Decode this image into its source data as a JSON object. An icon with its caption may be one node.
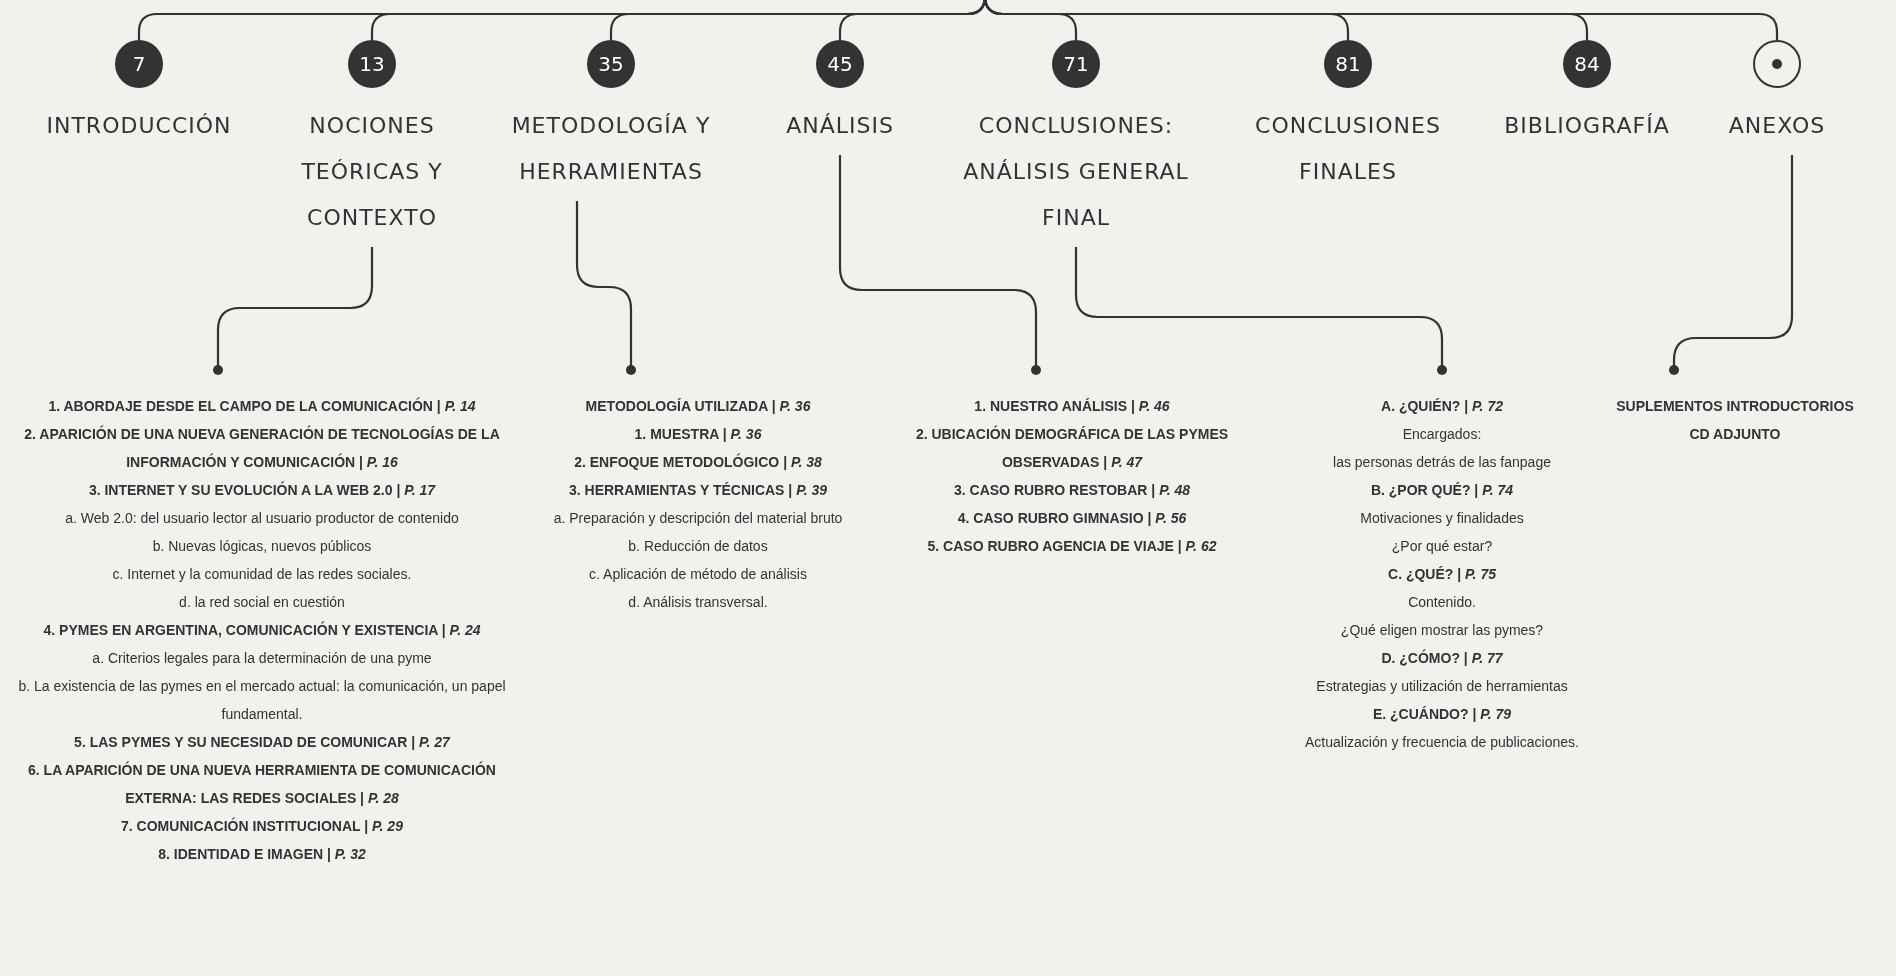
{
  "diagram": {
    "nodes": [
      {
        "text": [
          "7",
          "INTRODUCCIÓN"
        ]
      },
      {
        "text": [
          "13",
          "NOCIONES TEÓRICAS Y CONTEXTO"
        ]
      },
      {
        "text": [
          "35",
          "METODOLOGÍA Y HERRAMIENTAS"
        ]
      },
      {
        "text": [
          "45",
          "ANÁLISIS"
        ]
      },
      {
        "text": [
          "71",
          "CONCLUSIONES: ANÁLISIS GENERAL FINAL"
        ]
      },
      {
        "text": [
          "81",
          "CONCLUSIONES FINALES"
        ]
      },
      {
        "text": [
          "84",
          "BIBLIOGRAFÍA"
        ]
      },
      {
        "text": [
          "ANEXOS"
        ]
      },
      {
        "text": [
          "1. ABORDAJE DESDE EL CAMPO DE LA COMUNICACIÓN | *P. 14*",
          "2. APARICIÓN DE UNA NUEVA GENERACIÓN DE TECNOLOGÍAS DE LA INFORMACIÓN Y COMUNICACIÓN | *P. 16*",
          "3. INTERNET Y SU EVOLUCIÓN A LA WEB 2.0 | *P. 17*",
          "a. Web 2.0: del usuario lector al usuario productor de contenido",
          "b. Nuevas lógicas, nuevos públicos",
          "c. Internet y la comunidad de las redes sociales.",
          "d. la red social en cuestión",
          "4. PYMES EN ARGENTINA, COMUNICACIÓN Y EXISTENCIA | *P. 24*",
          "a. Criterios legales para la determinación de una pyme",
          "b. La existencia de las pymes en el mercado actual: la comunicación, un papel fundamental.",
          "5. LAS PYMES Y SU NECESIDAD DE COMUNICAR | *P. 27*",
          "6. LA APARICIÓN DE UNA NUEVA HERRAMIENTA DE COMUNICACIÓN EXTERNA: LAS REDES SOCIALES | *P. 28*",
          "7. COMUNICACIÓN INSTITUCIONAL | *P. 29*",
          "8. IDENTIDAD E IMAGEN | *P. 32*"
        ]
      },
      {
        "text": [
          "METODOLOGÍA UTILIZADA | *P. 36*",
          "1. MUESTRA | *P. 36*",
          "2. ENFOQUE METODOLÓGICO | *P. 38*",
          "3. HERRAMIENTAS Y TÉCNICAS | *P. 39*",
          "a. Preparación y descripción del material bruto",
          "b. Reducción de datos",
          "c. Aplicación de método de análisis",
          "d. Análisis transversal."
        ]
      },
      {
        "text": [
          "1. NUESTRO ANÁLISIS | *P. 46*",
          "2. UBICACIÓN DEMOGRÁFICA DE LAS PYMES OBSERVADAS | *P. 47*",
          "3. CASO RUBRO RESTOBAR | *P. 48*",
          "4. CASO RUBRO GIMNASIO | *P. 56*",
          "5. CASO RUBRO AGENCIA DE VIAJE | *P. 62*"
        ]
      },
      {
        "text": [
          "A. ¿QUIÉN? | *P. 72*",
          "Encargados:",
          "las personas detrás de las fanpage",
          "B. ¿POR QUÉ? | *P. 74*",
          "Motivaciones y finalidades",
          "¿Por qué estar?",
          "C. ¿QUÉ? | *P. 75*",
          "Contenido.",
          "¿Qué eligen mostrar las pymes?",
          "D. ¿CÓMO? | *P. 77*",
          "Estrategias y utilización de herramientas",
          "E. ¿CUÁNDO? | *P. 79*",
          "Actualización y frecuencia de publicaciones."
        ]
      },
      {
        "text": [
          "SUPLEMENTOS INTRODUCTORIOS",
          "CD ADJUNTO"
        ]
      }
    ],
    "edges": [
      {
        "from": null,
        "to": 0,
        "arrow": "none"
      },
      {
        "from": null,
        "to": 1,
        "arrow": "none"
      },
      {
        "from": null,
        "to": 2,
        "arrow": "none"
      },
      {
        "from": null,
        "to": 3,
        "arrow": "none"
      },
      {
        "from": null,
        "to": 4,
        "arrow": "none"
      },
      {
        "from": null,
        "to": 5,
        "arrow": "none"
      },
      {
        "from": null,
        "to": 6,
        "arrow": "none"
      },
      {
        "from": null,
        "to": 7,
        "arrow": "none"
      },
      {
        "from": 1,
        "to": 8,
        "arrow": "other"
      },
      {
        "from": 2,
        "to": 9,
        "arrow": "other"
      },
      {
        "from": 3,
        "to": 10,
        "arrow": "other"
      },
      {
        "from": 4,
        "to": 11,
        "arrow": "other"
      },
      {
        "from": 7,
        "to": 12,
        "arrow": "other"
      }
    ]
  }
}
